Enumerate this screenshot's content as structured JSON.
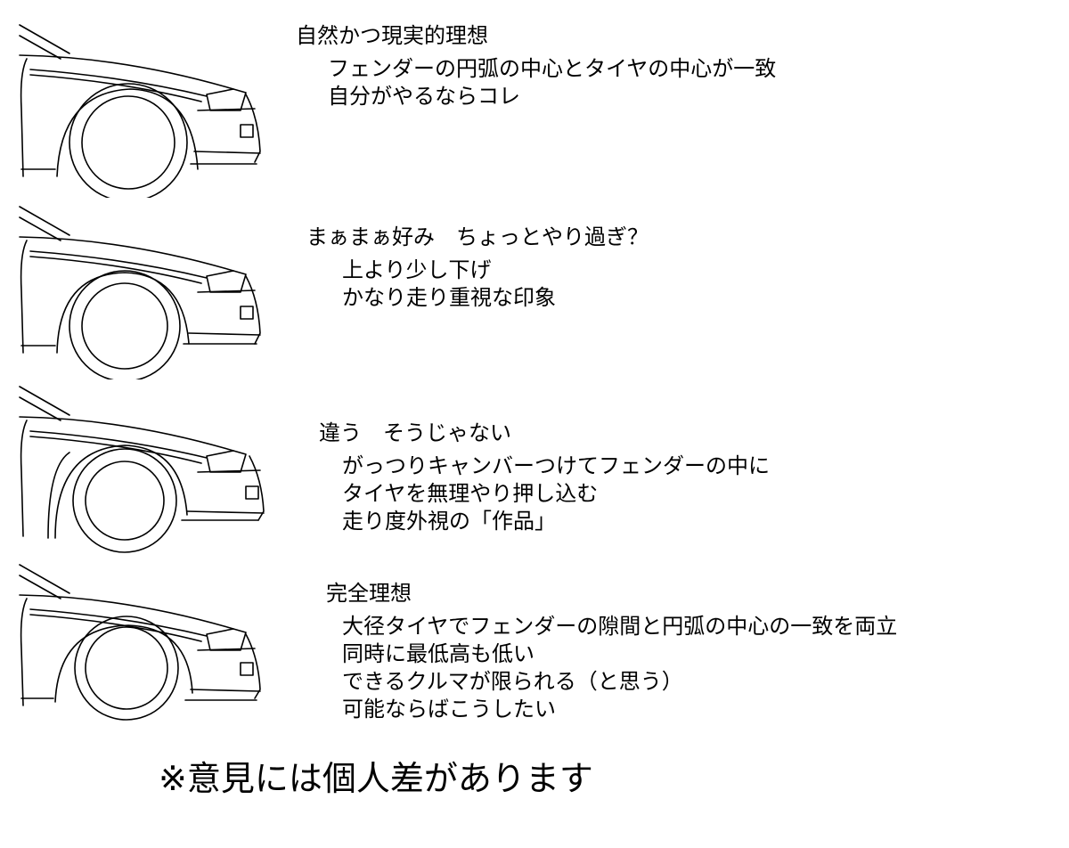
{
  "sections": [
    {
      "heading": "自然かつ現実的理想",
      "lines": [
        "フェンダーの円弧の中心とタイヤの中心が一致",
        "自分がやるならコレ"
      ]
    },
    {
      "heading": "まぁまぁ好み　ちょっとやり過ぎ？",
      "lines": [
        "上より少し下げ",
        "かなり走り重視な印象"
      ]
    },
    {
      "heading": "違う　そうじゃない",
      "lines": [
        "がっつりキャンバーつけてフェンダーの中に",
        "タイヤを無理やり押し込む",
        "走り度外視の「作品」"
      ]
    },
    {
      "heading": "完全理想",
      "lines": [
        "大径タイヤでフェンダーの隙間と円弧の中心の一致を両立",
        "同時に最低高も低い",
        "できるクルマが限られる（と思う）",
        "可能ならばこうしたい"
      ]
    }
  ],
  "footer_note": "※意見には個人差があります"
}
